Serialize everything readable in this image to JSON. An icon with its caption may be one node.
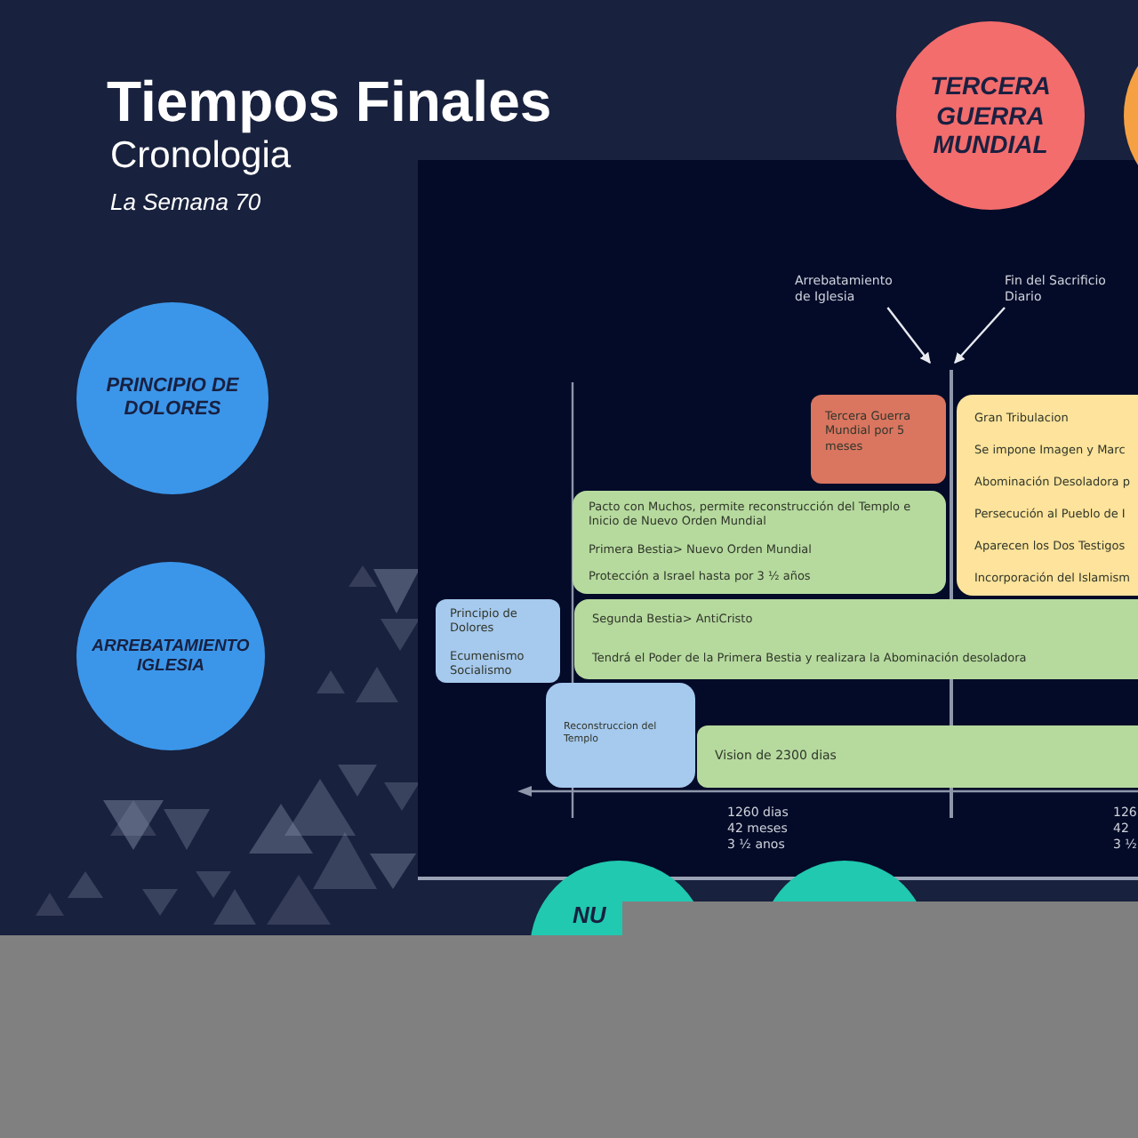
{
  "diagram": {
    "title": "Tiempos Finales",
    "nodes": [
      {
        "text": [
          "TERCERA GUERRA MUNDIAL"
        ]
      },
      {
        "text": [],
        "shape": "circle"
      },
      {
        "text": [
          "PRINCIPIO DE DOLORES"
        ]
      },
      {
        "text": [
          "Arrebatamiento de Iglesia"
        ]
      },
      {
        "text": [
          "Fin del Sacrificio Diario"
        ]
      },
      {
        "text": [],
        "shape": "bar"
      },
      {
        "text": [
          "Tercera Guerra Mundial por 5 meses"
        ]
      },
      {
        "text": [
          "Gran Tribulacion",
          "Se impone Imagen y Marc",
          "Abominación Desoladora p",
          "Persecución al Pueblo de I",
          "Aparecen los Dos Testigos",
          "Incorporación del Islamism"
        ]
      },
      {
        "text": [
          "Pacto con Muchos, permite reconstrucción del Templo e Inicio de Nuevo Orden Mundial",
          "Primera Bestia> Nuevo Orden Mundial",
          "Protección a Israel hasta por 3 ½ años"
        ]
      },
      {
        "text": [
          "ARREBATAMIENTO IGLESIA"
        ]
      },
      {
        "text": [
          "Principio de Dolores",
          "Ecumenismo Socialismo"
        ]
      },
      {
        "text": [
          "Segunda Bestia> AntiCristo",
          "Tendrá el Poder de la Primera Bestia y realizara la Abominación desoladora"
        ]
      },
      {
        "text": [
          "Reconstruccion del Templo"
        ]
      },
      {
        "text": [
          "Vision de 2300 dias"
        ]
      },
      {
        "text": [
          "NU"
        ]
      },
      {
        "text": [],
        "shape": "circle"
      }
    ],
    "edges": [
      {
        "from": 3,
        "to": 5,
        "arrow": "to"
      },
      {
        "from": 4,
        "to": 5,
        "arrow": "to"
      }
    ],
    "labels": [
      "Cronologia",
      "La Semana 70",
      "1260 dias 42 meses 3 ½ anos",
      "126 42 3 ½"
    ]
  }
}
